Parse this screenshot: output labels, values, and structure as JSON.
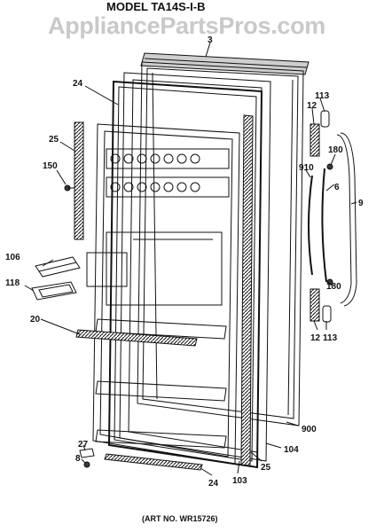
{
  "watermark": "AppliancePartsPros.com",
  "model_title": "MODEL TA14S-I-B",
  "art_no": "(ART NO. WR15726)",
  "part_labels": {
    "p3": "3",
    "p24a": "24",
    "p25a": "25",
    "p150": "150",
    "p113a": "113",
    "p12a": "12",
    "p180a": "180",
    "p910": "910",
    "p6": "6",
    "p9": "9",
    "p106": "106",
    "p118": "118",
    "p20": "20",
    "p12b": "12",
    "p113b": "113",
    "p180b": "180",
    "p900": "900",
    "p104": "104",
    "p25b": "25",
    "p27": "27",
    "p8": "8",
    "p24b": "24",
    "p103": "103"
  }
}
